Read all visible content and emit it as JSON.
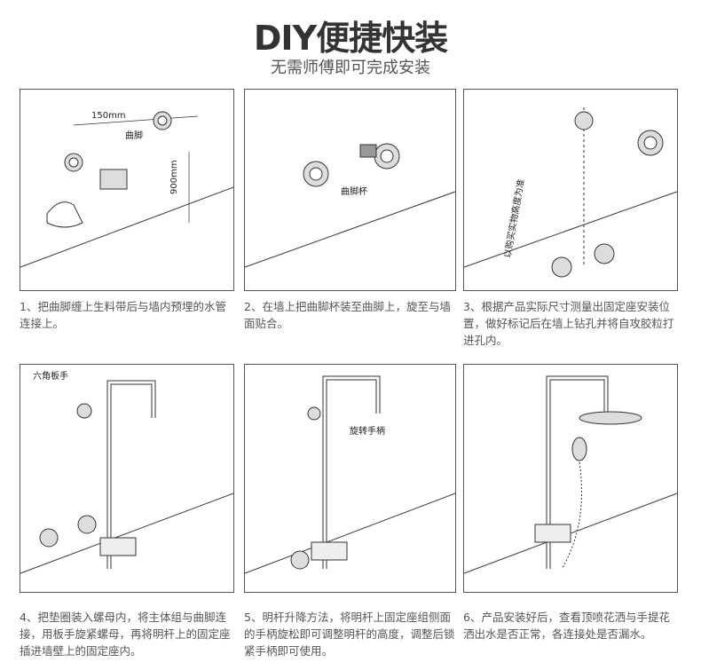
{
  "header": {
    "title": "DIY便捷快装",
    "subtitle": "无需师傅即可完成安装"
  },
  "steps": [
    {
      "caption": "1、把曲脚缠上生料带后与墙内预埋的水管连接上。",
      "labels": {
        "width": "150mm",
        "part": "曲脚",
        "height": "900mm"
      }
    },
    {
      "caption": "2、在墙上把曲脚杯装至曲脚上，旋至与墙面贴合。",
      "labels": {
        "part": "曲脚杯"
      }
    },
    {
      "caption": "3、根据产品实际尺寸测量出固定座安装位置，做好标记后在墙上钻孔并将自攻胶粒打进孔内。",
      "labels": {
        "note": "以购买实物高度为准"
      }
    },
    {
      "caption": "4、把垫圈装入螺母内，将主体组与曲脚连接，用板手旋紧螺母，再将明杆上的固定座插进墙壁上的固定座内。",
      "labels": {
        "tool": "六角板手"
      }
    },
    {
      "caption": "5、明杆升降方法，将明杆上固定座组侧面的手柄旋松即可调整明杆的高度，调整后锁紧手柄即可使用。",
      "labels": {
        "part": "旋转手柄"
      }
    },
    {
      "caption": "6、产品安装好后，查看顶喷花洒与手提花洒出水是否正常，各连接处是否漏水。",
      "labels": {}
    }
  ]
}
